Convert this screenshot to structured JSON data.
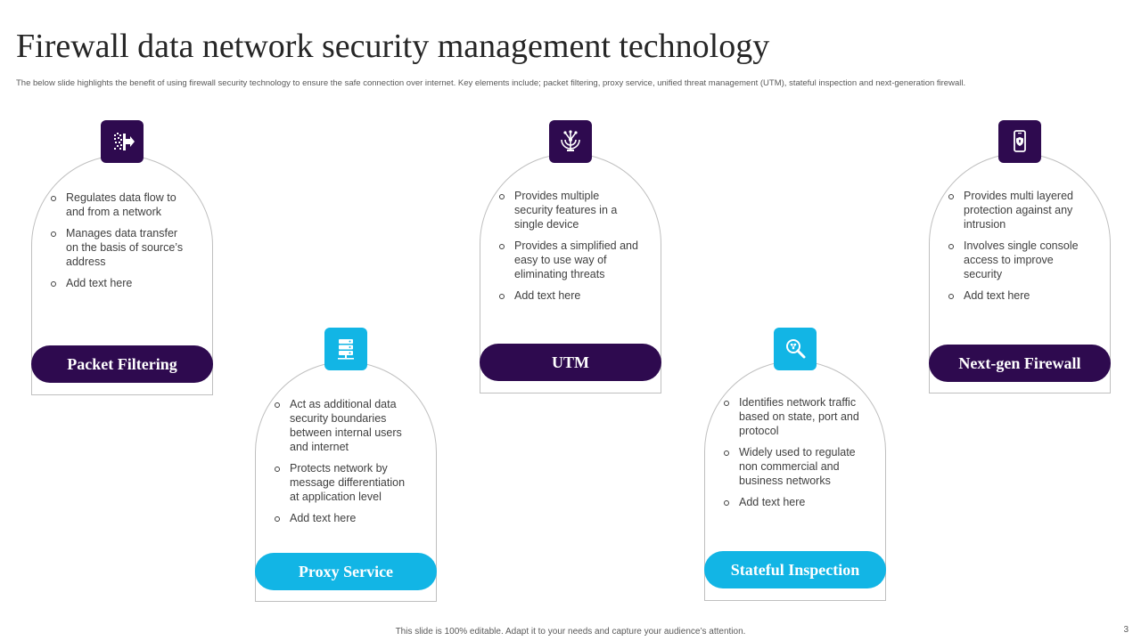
{
  "slide": {
    "title": "Firewall data network security management technology",
    "subtitle": "The below slide highlights the benefit of using firewall security technology to ensure the safe connection over internet. Key elements include; packet filtering, proxy service, unified threat management (UTM), stateful inspection and next-generation firewall.",
    "footer": "This slide is 100% editable. Adapt it to your needs and capture your audience’s attention.",
    "page_number": "3"
  },
  "colors": {
    "purple": "#2e0a4f",
    "cyan": "#12b5e5",
    "border": "#bfbfbf"
  },
  "cards": [
    {
      "label": "Packet Filtering",
      "icon": "data-transfer-icon",
      "bullets": [
        "Regulates data flow to and from a network",
        "Manages data transfer on the basis of source’s address",
        "Add text here"
      ]
    },
    {
      "label": "Proxy Service",
      "icon": "server-network-icon",
      "bullets": [
        "Act as additional data security boundaries between internal users and internet",
        "Protects network by message differentiation at application level",
        "Add text here"
      ]
    },
    {
      "label": "UTM",
      "icon": "globe-network-icon",
      "bullets": [
        "Provides multiple security features in a single device",
        "Provides a simplified and easy to use way of eliminating threats",
        "Add text here"
      ]
    },
    {
      "label": "Stateful Inspection",
      "icon": "magnifier-icon",
      "bullets": [
        "Identifies network traffic based on state, port and protocol",
        "Widely used to regulate non commercial and business networks",
        "Add text here"
      ]
    },
    {
      "label": "Next-gen Firewall",
      "icon": "phone-shield-icon",
      "bullets": [
        "Provides multi layered protection against any intrusion",
        "Involves single console access to improve security",
        "Add text here"
      ]
    }
  ]
}
